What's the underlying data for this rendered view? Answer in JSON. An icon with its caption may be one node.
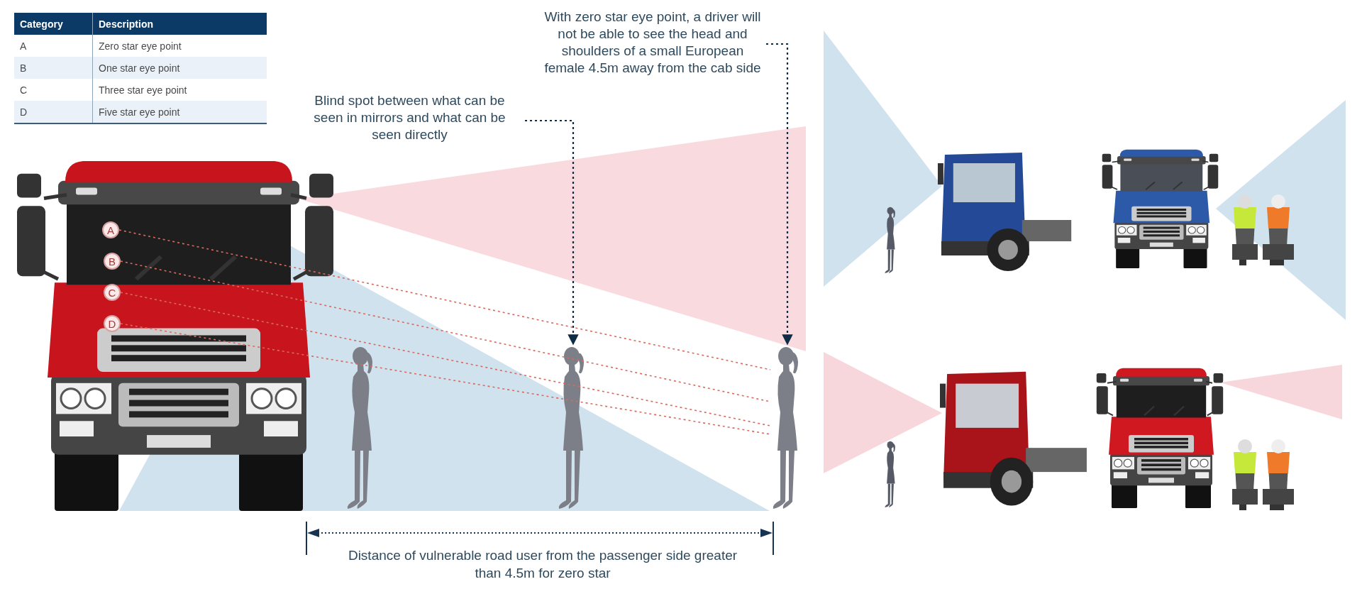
{
  "diagram": {
    "nodes": [
      {
        "text": [
          "With zero star eye point, a driver will not be able to see the head and shoulders of a small European female 4.5m away from the cab side"
        ]
      },
      {
        "text": [
          "Blind spot between what can be seen in mirrors and what can be seen directly"
        ]
      },
      {
        "text": [
          "A"
        ]
      },
      {
        "text": [
          "B"
        ]
      },
      {
        "text": [
          "C"
        ]
      },
      {
        "text": [
          "D"
        ]
      },
      {
        "text": [],
        "shape": "circle"
      },
      {
        "text": [],
        "shape": "picture"
      }
    ],
    "edges": [
      {
        "from": 1,
        "to": 6,
        "arrow": "to",
        "style": "dashed",
        "color": "#0f2c47"
      },
      {
        "from": 0,
        "to": 7,
        "arrow": "to",
        "style": "dashed",
        "color": "#0f2c47"
      },
      {
        "from": 2,
        "to": 7,
        "arrow": "none",
        "style": "dashed"
      },
      {
        "from": 3,
        "to": 7,
        "arrow": "none",
        "style": "dashed"
      },
      {
        "from": 4,
        "to": 7,
        "arrow": "none",
        "style": "dashed"
      },
      {
        "from": 5,
        "to": 7,
        "arrow": "none",
        "style": "dashed"
      }
    ],
    "labels": [
      "Category",
      "Description",
      "A",
      "Zero star eye point",
      "B",
      "One star eye point",
      "C",
      "Three star eye point",
      "D",
      "Five star eye point",
      "Distance of vulnerable road user from the passenger side greater than 4.5m for zero star"
    ]
  }
}
